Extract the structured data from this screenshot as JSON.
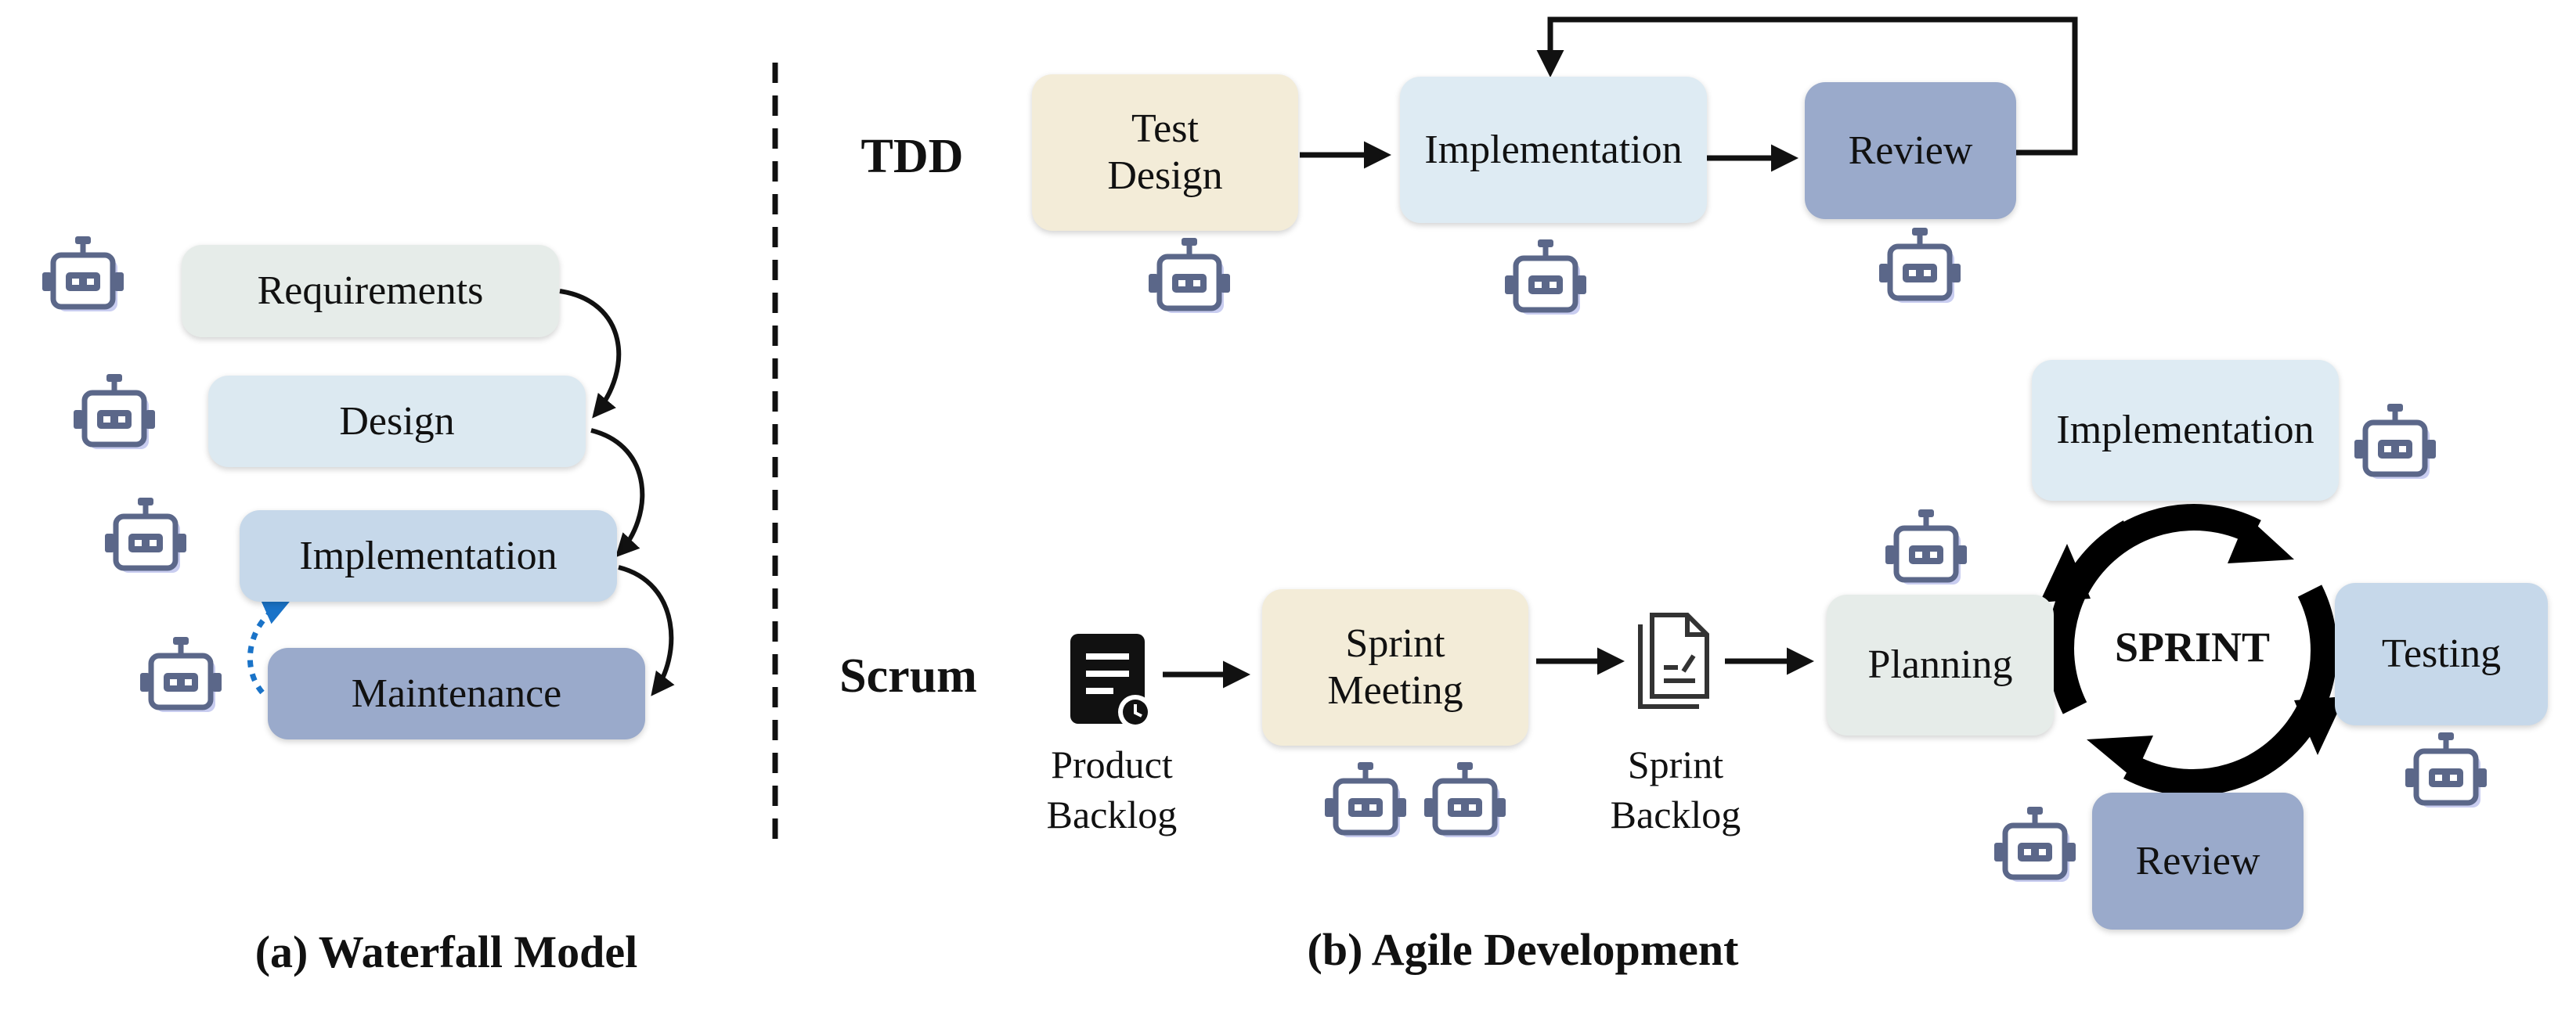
{
  "waterfall": {
    "caption": "(a) Waterfall Model",
    "stages": [
      "Requirements",
      "Design",
      "Implementation",
      "Maintenance"
    ]
  },
  "tdd": {
    "label": "TDD",
    "steps": [
      "Test Design",
      "Implementation",
      "Review"
    ]
  },
  "scrum": {
    "label": "Scrum",
    "product_backlog": "Product Backlog",
    "sprint_meeting": "Sprint Meeting",
    "sprint_backlog": "Sprint Backlog",
    "planning": "Planning",
    "sprint_center": "SPRINT",
    "cycle": [
      "Implementation",
      "Testing",
      "Review"
    ]
  },
  "agile": {
    "caption": "(b) Agile Development"
  },
  "colors": {
    "requirements": "#e6ece9",
    "design": "#dce9f1",
    "implementation": "#c6d8ea",
    "maintenance": "#9aaacb",
    "test_design": "#f3ecd8",
    "light_blue": "#deebf3",
    "review": "#9aaacb",
    "planning": "#e6ece9",
    "testing": "#c6d8ea",
    "robot": "#5b6789",
    "robot_shadow": "#c9cdf0"
  }
}
